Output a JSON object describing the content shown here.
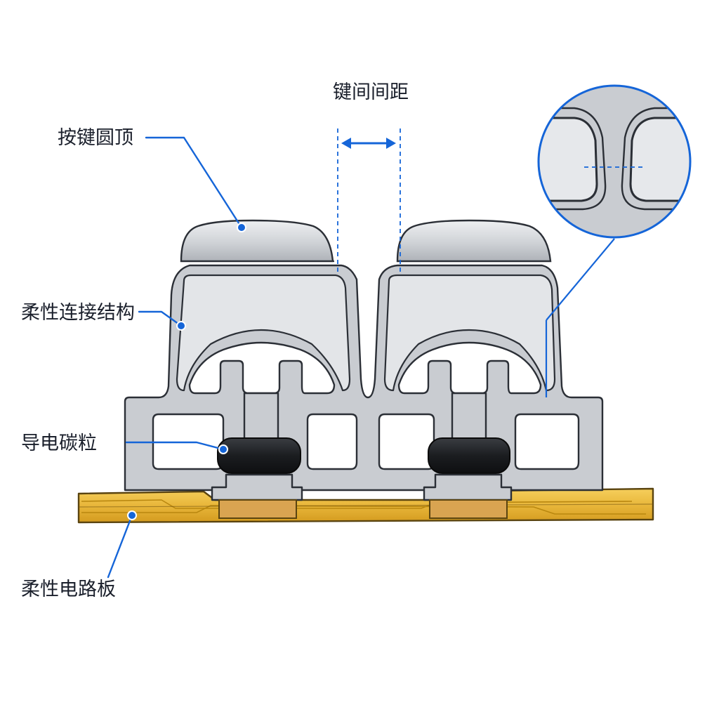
{
  "labels": {
    "dome": "按键圆顶",
    "spacing": "键间间距",
    "web": "柔性连接结构",
    "carbon": "导电碳粒",
    "fpc": "柔性电路板"
  },
  "colors": {
    "accent": "#1565d8",
    "rubber": "#c9ccd1",
    "carbon": "#1b1d20",
    "pcb": "#e8b63a",
    "pad": "#d9a451"
  }
}
